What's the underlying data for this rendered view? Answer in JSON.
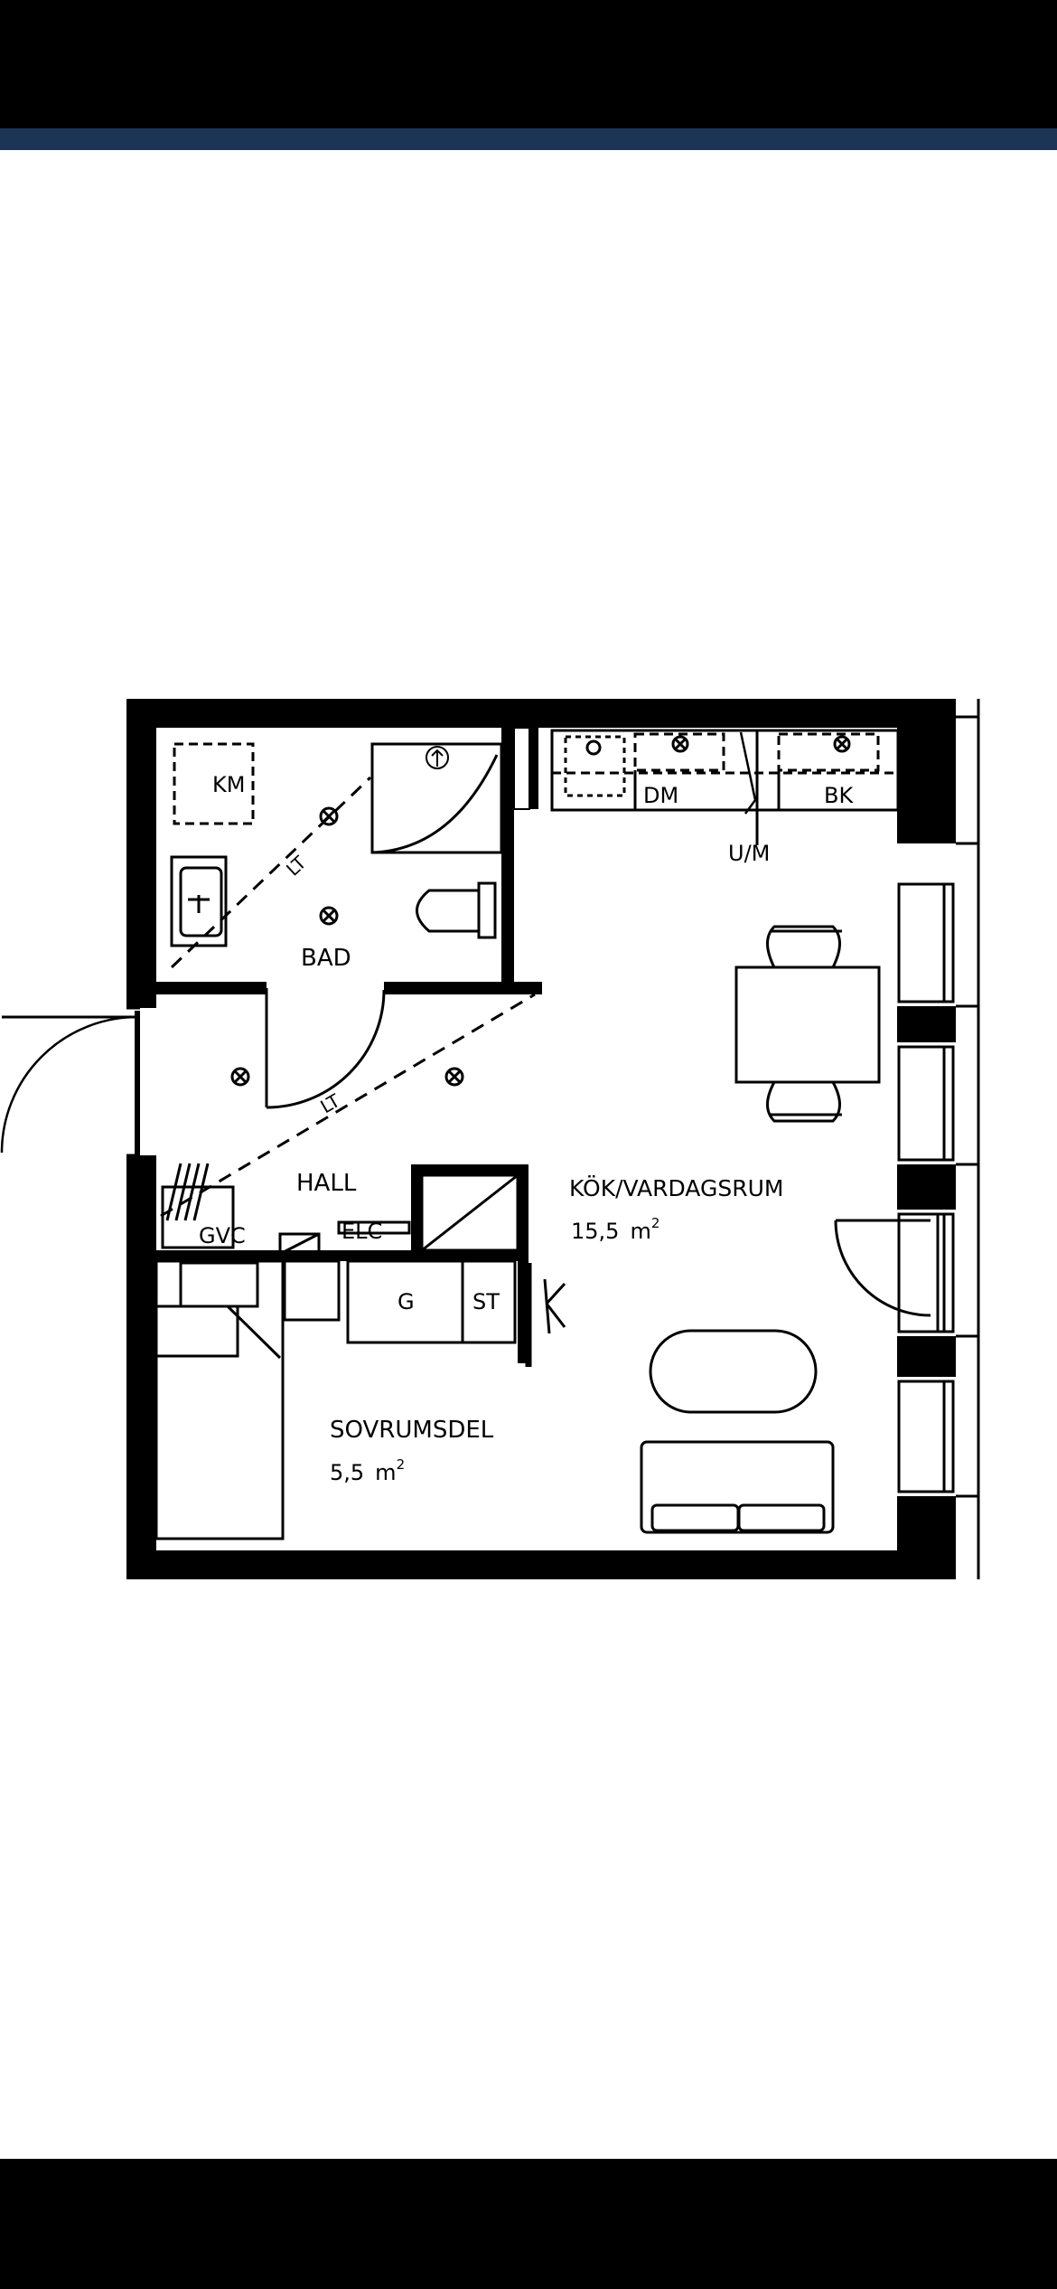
{
  "colors": {
    "accent": "#1c3556",
    "wall": "#000000",
    "bars": "#000000"
  },
  "plan": {
    "rooms": {
      "bad": "BAD",
      "hall": "HALL",
      "kok": "KÖK/VARDAGSRUM",
      "kok_area": "15,5",
      "sovrum": "SOVRUMSDEL",
      "sovrum_area": "5,5",
      "area_unit": "m",
      "area_exp": "2"
    },
    "fixtures": {
      "km": "KM",
      "dm": "DM",
      "bk": "BK",
      "um": "U/M",
      "gvc": "GVC",
      "elc": "ELC",
      "g": "G",
      "st": "ST",
      "lt1": "LT",
      "lt2": "LT"
    }
  }
}
